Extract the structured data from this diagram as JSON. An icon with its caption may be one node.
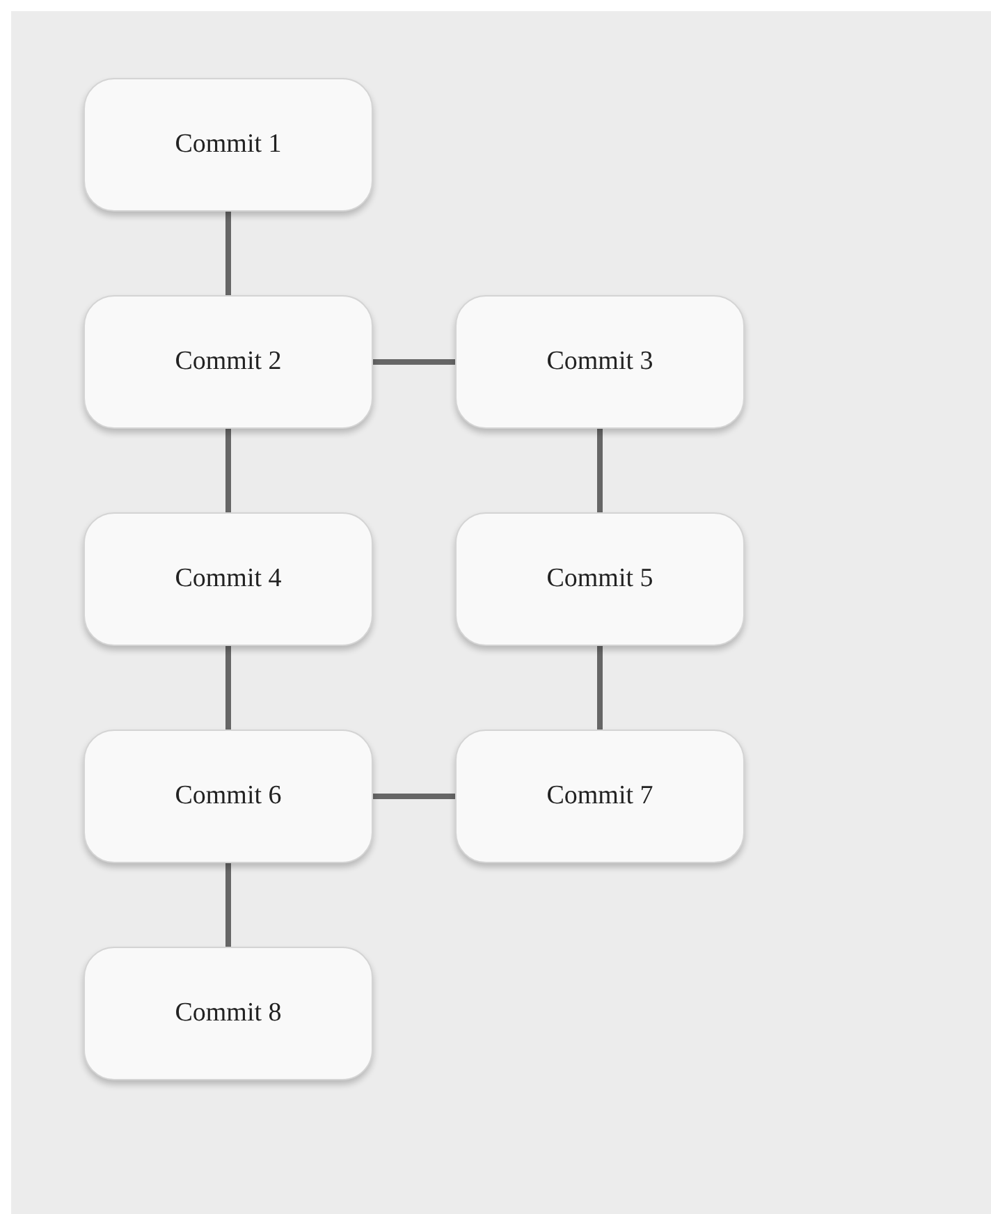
{
  "diagram": {
    "nodes": [
      {
        "text": [
          "Commit 1"
        ]
      },
      {
        "text": [
          "Commit 2"
        ]
      },
      {
        "text": [
          "Commit 3"
        ]
      },
      {
        "text": [
          "Commit 4"
        ]
      },
      {
        "text": [
          "Commit 5"
        ]
      },
      {
        "text": [
          "Commit 6"
        ]
      },
      {
        "text": [
          "Commit 7"
        ]
      },
      {
        "text": [
          "Commit 8"
        ]
      }
    ],
    "edges": [
      {
        "from": 0,
        "to": 1,
        "arrow": "none"
      },
      {
        "from": 1,
        "to": 2,
        "arrow": "none"
      },
      {
        "from": 1,
        "to": 3,
        "arrow": "none"
      },
      {
        "from": 2,
        "to": 4,
        "arrow": "none"
      },
      {
        "from": 3,
        "to": 5,
        "arrow": "none"
      },
      {
        "from": 4,
        "to": 6,
        "arrow": "none"
      },
      {
        "from": 5,
        "to": 6,
        "arrow": "none"
      },
      {
        "from": 5,
        "to": 7,
        "arrow": "none"
      }
    ]
  }
}
